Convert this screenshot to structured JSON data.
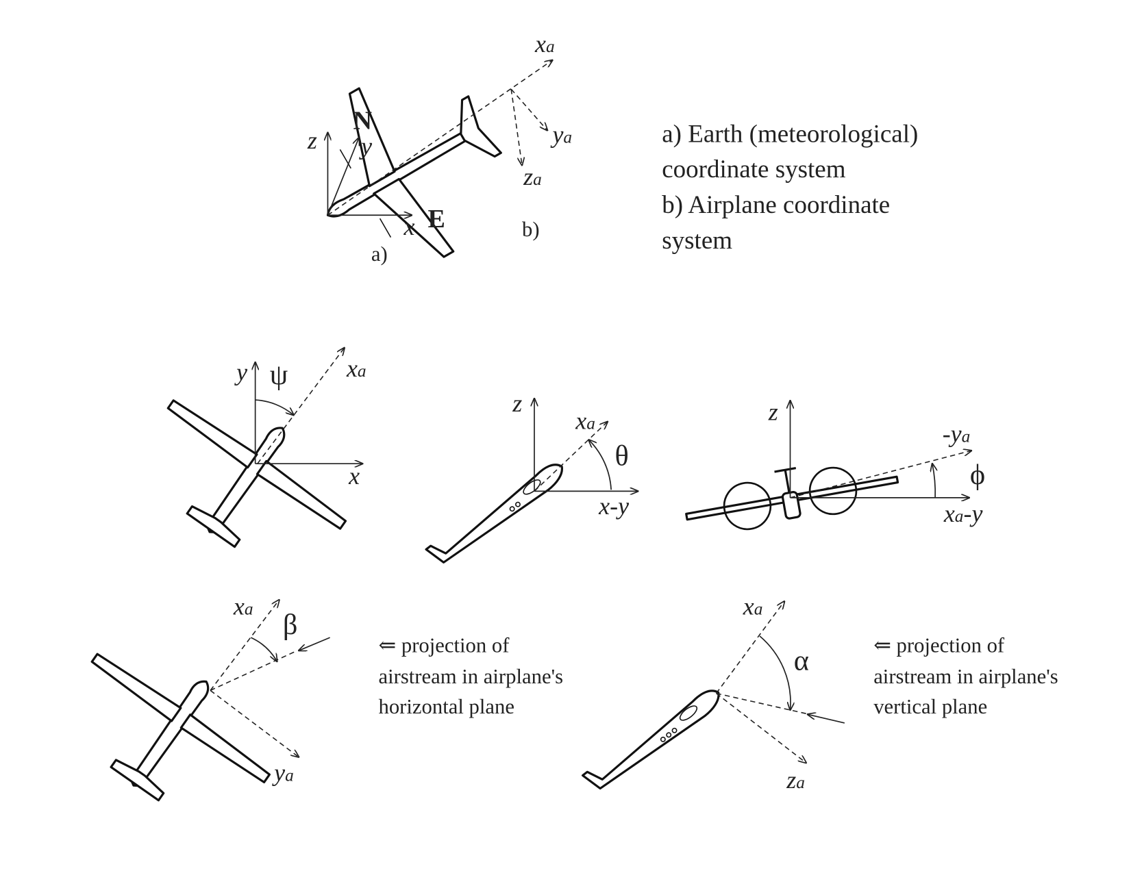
{
  "top": {
    "axes": {
      "z": "z",
      "y": "y",
      "x": "x",
      "north": "N",
      "east": "E"
    },
    "xa": "x",
    "xa_sub": "a",
    "ya": "y",
    "ya_sub": "a",
    "za": "z",
    "za_sub": "a",
    "label_a": "a)",
    "label_b": "b)",
    "legend": [
      "a) Earth (meteorological)",
      "coordinate system",
      "b) Airplane coordinate",
      "system"
    ]
  },
  "yaw": {
    "y": "y",
    "x": "x",
    "angle": "ψ",
    "xa": "x",
    "xa_sub": "a"
  },
  "pitch": {
    "z": "z",
    "axis": "x-y",
    "angle": "θ",
    "xa": "x",
    "xa_sub": "a"
  },
  "roll": {
    "z": "z",
    "axis_main": "x",
    "axis_sub": "a",
    "axis_rest": "-y",
    "neg_ya": "-y",
    "neg_ya_sub": "a",
    "angle": "ϕ"
  },
  "sideslip": {
    "xa": "x",
    "xa_sub": "a",
    "ya": "y",
    "ya_sub": "a",
    "angle": "β",
    "caption": [
      "⇐  projection of",
      "airstream in airplane's",
      "horizontal plane"
    ]
  },
  "attack": {
    "xa": "x",
    "xa_sub": "a",
    "za": "z",
    "za_sub": "a",
    "angle": "α",
    "caption": [
      "⇐  projection of",
      "airstream in airplane's",
      "vertical plane"
    ]
  }
}
